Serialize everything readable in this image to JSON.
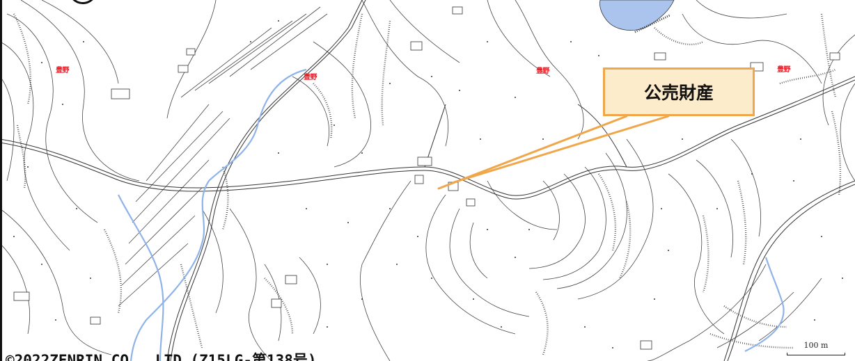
{
  "map": {
    "callout_label": "公売財産",
    "place_names": [
      "豊野",
      "豊野",
      "豊野",
      "豊野"
    ],
    "scale_label": "100 m",
    "copyright": "©2022ZENRIN CO., LTD (Z15LG-第138号)",
    "colors": {
      "water": "#8fb3e8",
      "lake": "#aac4ee",
      "callout_fill": "#fdeccb",
      "callout_border": "#f0a64a",
      "leader_line": "#f0a64a",
      "place_name": "#e8202a"
    },
    "icons": [
      "compass-circle-icon"
    ]
  }
}
